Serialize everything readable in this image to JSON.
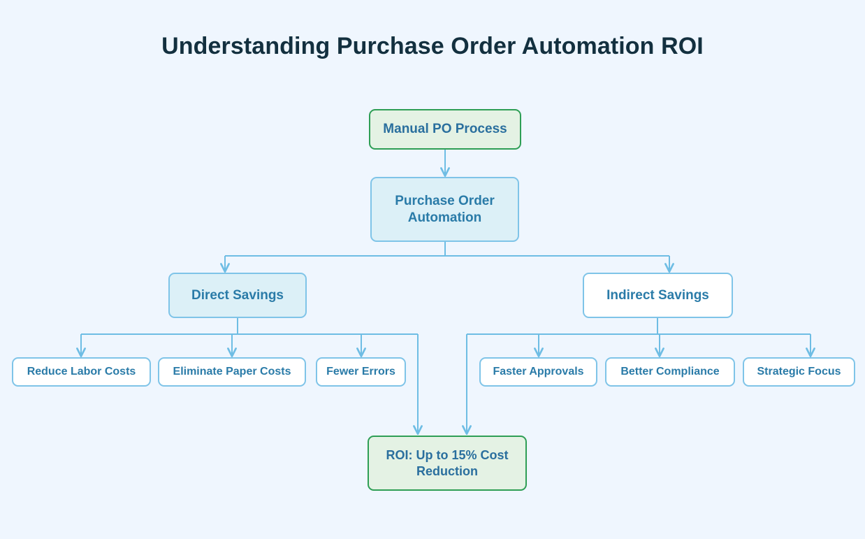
{
  "title": "Understanding Purchase Order Automation ROI",
  "theme": {
    "background": "#eff6fe",
    "title_color": "#13303f",
    "node_text": "#2a7ba8",
    "edge_color": "#6ebde4",
    "blue_border": "#7fc4e8",
    "green_border": "#2e9e55",
    "green_fill": "#e4f2e4",
    "cyan_fill": "#dcf0f7",
    "white_fill": "#ffffff"
  },
  "chart_data": {
    "type": "diagram",
    "diagram_kind": "flowchart",
    "direction": "top-down",
    "title": "Understanding Purchase Order Automation ROI",
    "nodes": [
      {
        "id": "manual",
        "label": "Manual PO Process",
        "style": "green"
      },
      {
        "id": "automation",
        "label": "Purchase Order Automation",
        "style": "cyan"
      },
      {
        "id": "direct",
        "label": "Direct Savings",
        "style": "cyan"
      },
      {
        "id": "indirect",
        "label": "Indirect Savings",
        "style": "white"
      },
      {
        "id": "labor",
        "label": "Reduce Labor Costs",
        "style": "white"
      },
      {
        "id": "paper",
        "label": "Eliminate Paper Costs",
        "style": "white"
      },
      {
        "id": "errors",
        "label": "Fewer Errors",
        "style": "white"
      },
      {
        "id": "approvals",
        "label": "Faster Approvals",
        "style": "white"
      },
      {
        "id": "compliance",
        "label": "Better Compliance",
        "style": "white"
      },
      {
        "id": "strategic",
        "label": "Strategic Focus",
        "style": "white"
      },
      {
        "id": "roi",
        "label": "ROI: Up to 15% Cost Reduction",
        "style": "green"
      }
    ],
    "edges": [
      {
        "from": "manual",
        "to": "automation"
      },
      {
        "from": "automation",
        "to": "direct"
      },
      {
        "from": "automation",
        "to": "indirect"
      },
      {
        "from": "direct",
        "to": "labor"
      },
      {
        "from": "direct",
        "to": "paper"
      },
      {
        "from": "direct",
        "to": "errors"
      },
      {
        "from": "direct",
        "to": "roi"
      },
      {
        "from": "indirect",
        "to": "approvals"
      },
      {
        "from": "indirect",
        "to": "compliance"
      },
      {
        "from": "indirect",
        "to": "strategic"
      },
      {
        "from": "indirect",
        "to": "roi"
      }
    ]
  },
  "nodes": {
    "manual": {
      "label": "Manual PO Process"
    },
    "automation": {
      "label": "Purchase Order Automation"
    },
    "direct": {
      "label": "Direct Savings"
    },
    "indirect": {
      "label": "Indirect Savings"
    },
    "labor": {
      "label": "Reduce Labor Costs"
    },
    "paper": {
      "label": "Eliminate Paper Costs"
    },
    "errors": {
      "label": "Fewer Errors"
    },
    "approvals": {
      "label": "Faster Approvals"
    },
    "compliance": {
      "label": "Better Compliance"
    },
    "strategic": {
      "label": "Strategic Focus"
    },
    "roi": {
      "label": "ROI: Up to 15% Cost Reduction"
    }
  }
}
